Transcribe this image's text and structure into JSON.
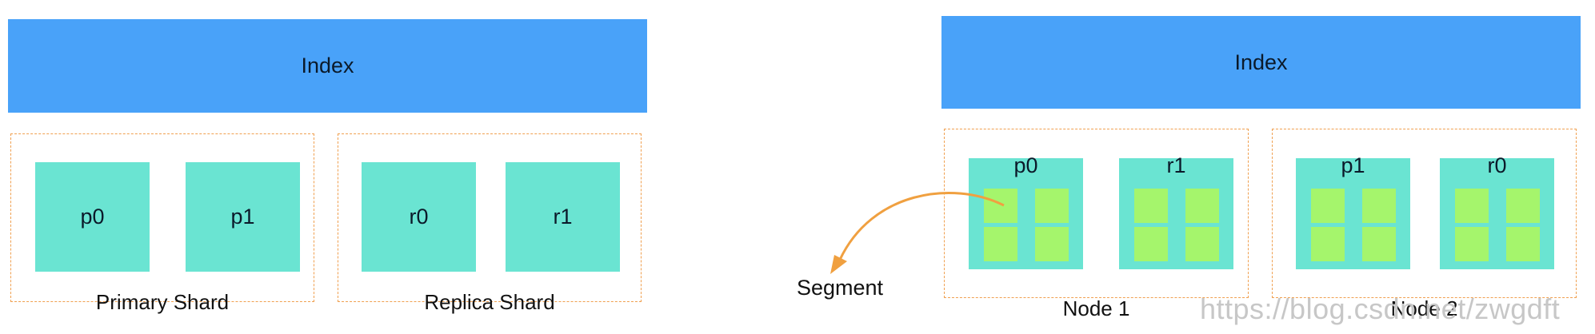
{
  "left": {
    "index_label": "Index",
    "groups": [
      {
        "caption": "Primary Shard",
        "shards": [
          "p0",
          "p1"
        ]
      },
      {
        "caption": "Replica Shard",
        "shards": [
          "r0",
          "r1"
        ]
      }
    ]
  },
  "right": {
    "index_label": "Index",
    "segment_label": "Segment",
    "nodes": [
      {
        "caption": "Node 1",
        "shards": [
          "p0",
          "r1"
        ]
      },
      {
        "caption": "Node 2",
        "shards": [
          "p1",
          "r0"
        ]
      }
    ]
  },
  "watermark": "https://blog.csdn.net/zwgdft",
  "colors": {
    "index": "#49a2f9",
    "shard": "#6ae4d2",
    "segment": "#a5f56c",
    "border": "#f0a050",
    "arrow": "#f0a040"
  }
}
